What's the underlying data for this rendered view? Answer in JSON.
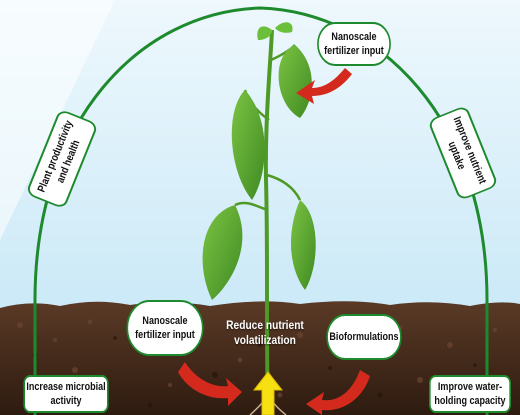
{
  "labels": {
    "top_input_line1": "Nanoscale",
    "top_input_line2": "fertilizer input",
    "left_arc_line1": "Plant productivity",
    "left_arc_line2": "and health",
    "right_arc_line1": "Improve nutrient",
    "right_arc_line2": "uptake",
    "soil_input_line1": "Nanoscale",
    "soil_input_line2": "fertilizer input",
    "reduce_line1": "Reduce nutrient",
    "reduce_line2": "volatilization",
    "bioformulations": "Bioformulations",
    "microbial_line1": "Increase microbial",
    "microbial_line2": "activity",
    "water_line1": "Improve water-",
    "water_line2": "holding capacity"
  },
  "colors": {
    "sky": "#d9f0fb",
    "soil": "#4a2e1e",
    "arc": "#1e8a2e",
    "leaf": "#5fae2e",
    "red_arrow": "#d42a1e",
    "yellow_arrow": "#f6e012"
  }
}
